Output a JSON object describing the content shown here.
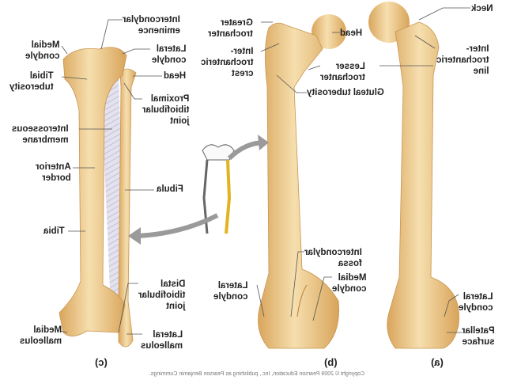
{
  "colors": {
    "bone": "#e9c27e",
    "bone_light": "#f6dfae",
    "membrane": "#d9d6e8",
    "leader": "#555555",
    "arrow": "#9a9a9a"
  },
  "panel_c": {
    "caption": "(c)",
    "labels": {
      "intercondylar_eminence": [
        "Intercondylar",
        "eminence"
      ],
      "medial_condyle": [
        "Medial",
        "condyle"
      ],
      "lateral_condyle": [
        "Lateral",
        "condyle"
      ],
      "tibial_tuberosity": [
        "Tibial",
        "tuberosity"
      ],
      "head": [
        "Head"
      ],
      "proximal_joint": [
        "Proximal",
        "tibiofibular",
        "joint"
      ],
      "interosseous": [
        "Interosseous",
        "membrane"
      ],
      "anterior_border": [
        "Anterior",
        "border"
      ],
      "fibula": [
        "Fibula"
      ],
      "tibia": [
        "Tibia"
      ],
      "distal_joint": [
        "Distal",
        "tibiofibular",
        "joint"
      ],
      "medial_malleolus": [
        "Medial",
        "malleolus"
      ],
      "lateral_malleolus": [
        "Lateral",
        "malleolus"
      ]
    }
  },
  "panel_b": {
    "caption": "(b)",
    "labels": {
      "greater_trochanter": [
        "Greater",
        "trochanter"
      ],
      "head": [
        "Head"
      ],
      "intertrochanteric_crest": [
        "Inter-",
        "trochanteric",
        "crest"
      ],
      "lesser_trochanter": [
        "Lesser",
        "trochanter"
      ],
      "gluteal_tuberosity": [
        "Gluteal tuberosity"
      ],
      "intercondylar_fossa": [
        "Intercondylar",
        "fossa"
      ],
      "medial_condyle": [
        "Medial",
        "condyle"
      ],
      "lateral_condyle": [
        "Lateral",
        "condyle"
      ]
    }
  },
  "panel_a": {
    "caption": "(a)",
    "labels": {
      "neck": [
        "Neck"
      ],
      "intertrochanteric_line": [
        "Inter-",
        "trochanteric",
        "line"
      ],
      "lateral_condyle": [
        "Lateral",
        "condyle"
      ],
      "patellar_surface": [
        "Patellar",
        "surface"
      ]
    }
  },
  "copyright": "Copyright © 2009 Pearson Education, Inc., publishing as Pearson Benjamin Cummings."
}
